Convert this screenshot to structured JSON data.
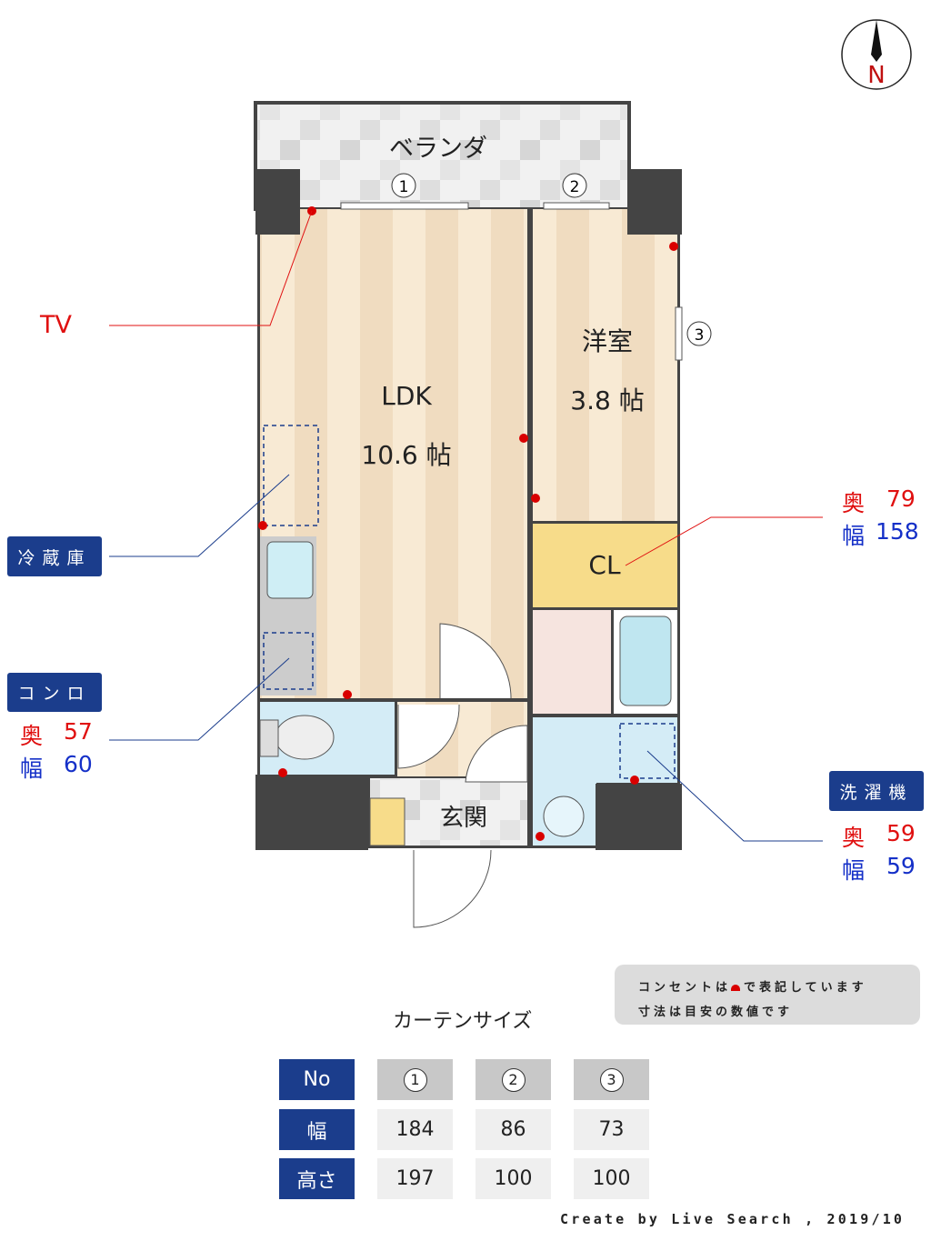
{
  "compass": {
    "label": "N"
  },
  "rooms": {
    "balcony": "ベランダ",
    "ldk": "LDK",
    "ldk_size": "10.6 帖",
    "western": "洋室",
    "western_size": "3.8 帖",
    "closet": "CL",
    "entrance": "玄関"
  },
  "window_markers": [
    "1",
    "2",
    "3"
  ],
  "callouts": {
    "tv": "TV",
    "fridge": "冷蔵庫",
    "stove": {
      "label": "コンロ",
      "depth_label": "奥",
      "depth": "57",
      "width_label": "幅",
      "width": "60"
    },
    "closet": {
      "depth_label": "奥",
      "depth": "79",
      "width_label": "幅",
      "width": "158"
    },
    "washer": {
      "label": "洗濯機",
      "depth_label": "奥",
      "depth": "59",
      "width_label": "幅",
      "width": "59"
    }
  },
  "note": {
    "line1_a": "コンセントは",
    "line1_b": "で表記しています",
    "line2": "寸法は目安の数値です"
  },
  "curtain": {
    "title": "カーテンサイズ",
    "headers": [
      "No",
      "1",
      "2",
      "3"
    ],
    "rows": [
      {
        "label": "幅",
        "values": [
          "184",
          "86",
          "73"
        ]
      },
      {
        "label": "高さ",
        "values": [
          "197",
          "100",
          "100"
        ]
      }
    ]
  },
  "footer": "Create by Live Search , 2019/10",
  "colors": {
    "navy": "#1b3d8c",
    "outlet": "#d90000",
    "depth": "#e01010",
    "width": "#1530c8"
  }
}
